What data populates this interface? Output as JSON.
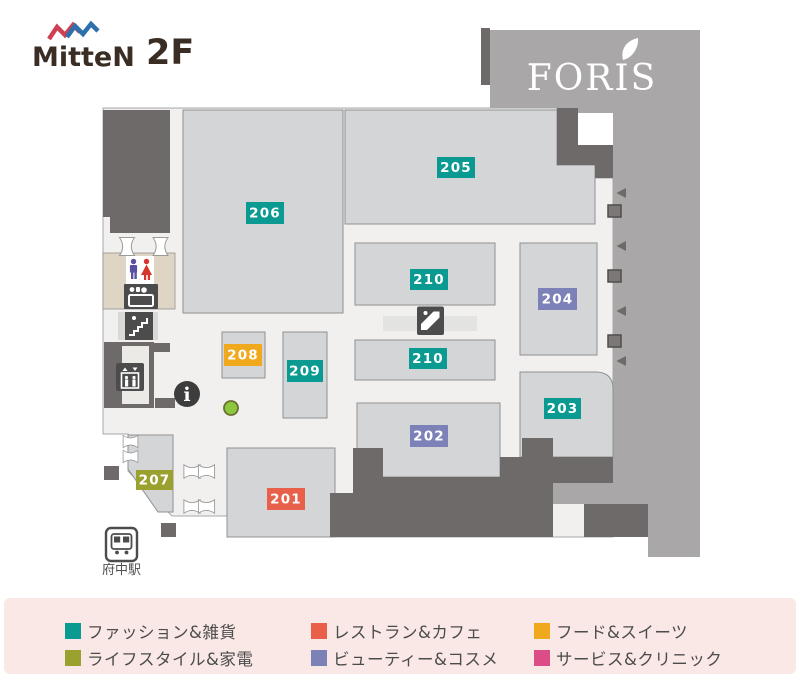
{
  "brand": {
    "name": "MitteN",
    "floor": "2F"
  },
  "adjacent_building": {
    "name": "FORIS"
  },
  "station": {
    "name": "府中駅"
  },
  "icons": {
    "info_glyph": "i"
  },
  "areas": [
    {
      "number": "201",
      "color": "#e8604a"
    },
    {
      "number": "202",
      "color": "#7c82b8"
    },
    {
      "number": "203",
      "color": "#0b9a92"
    },
    {
      "number": "204",
      "color": "#7c82b8"
    },
    {
      "number": "205",
      "color": "#0b9a92"
    },
    {
      "number": "206",
      "color": "#0b9a92"
    },
    {
      "number": "207",
      "color": "#9ba12e"
    },
    {
      "number": "208",
      "color": "#f0a81d"
    },
    {
      "number": "209",
      "color": "#0b9a92"
    },
    {
      "number": "210",
      "color": "#0b9a92"
    },
    {
      "number": "210",
      "color": "#0b9a92"
    }
  ],
  "legend": {
    "items": [
      {
        "label": "ファッション&雑貨",
        "color": "#0b9a92"
      },
      {
        "label": "レストラン&カフェ",
        "color": "#e8604a"
      },
      {
        "label": "フード&スイーツ",
        "color": "#f0a81d"
      },
      {
        "label": "ライフスタイル&家電",
        "color": "#9ba12e"
      },
      {
        "label": "ビューティー&コスメ",
        "color": "#7c82b8"
      },
      {
        "label": "サービス&クリニック",
        "color": "#dc4c87"
      }
    ]
  }
}
